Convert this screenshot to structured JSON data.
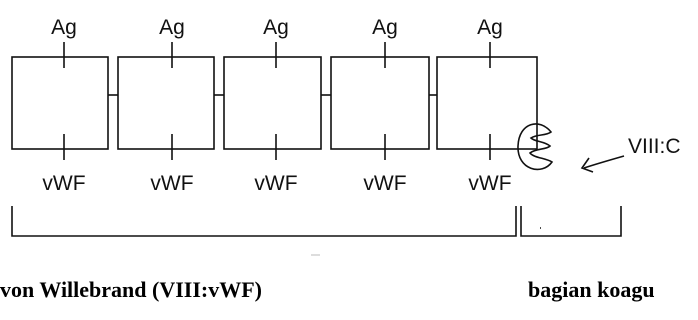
{
  "diagram": {
    "units": [
      {
        "top_label": "Ag",
        "bottom_label": "vWF"
      },
      {
        "top_label": "Ag",
        "bottom_label": "vWF"
      },
      {
        "top_label": "Ag",
        "bottom_label": "vWF"
      },
      {
        "top_label": "Ag",
        "bottom_label": "vWF"
      },
      {
        "top_label": "Ag",
        "bottom_label": "vWF"
      }
    ],
    "bound_factor_label": "VIII:C",
    "caption_left": "von Willebrand (VIII:vWF)",
    "caption_right": "bagian koagu"
  }
}
